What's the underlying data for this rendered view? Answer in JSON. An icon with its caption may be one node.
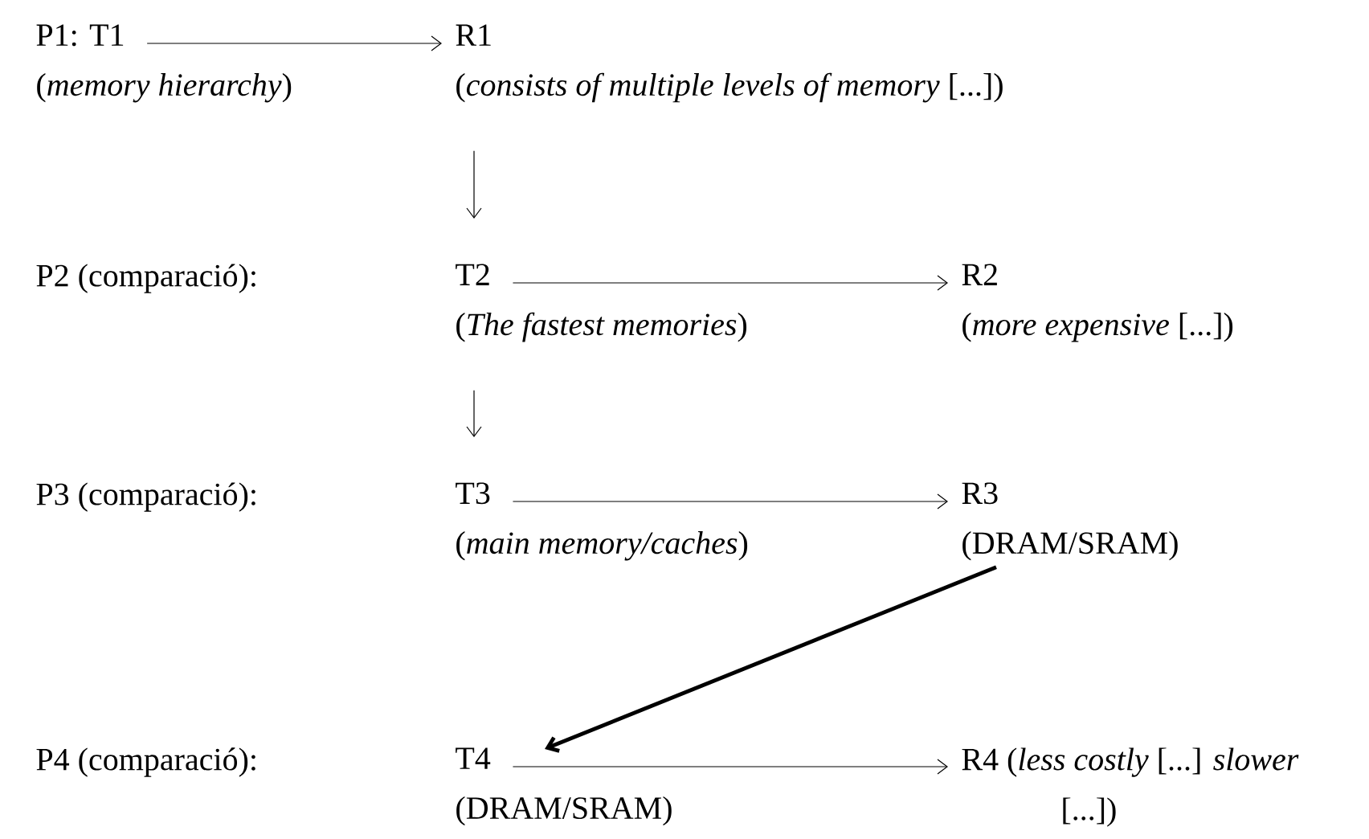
{
  "diagram": {
    "nodes": [
      {
        "text": [
          "P1: T1",
          "(*memory hierarchy*)"
        ]
      },
      {
        "text": [
          "R1",
          "(*consists of multiple levels of memory* [...])"
        ]
      },
      {
        "text": [
          "T2",
          "(*The fastest memories*)"
        ]
      },
      {
        "text": [
          "R2",
          "(*more expensive* [...])"
        ]
      },
      {
        "text": [
          "T3",
          "(*main memory/caches*)"
        ]
      },
      {
        "text": [
          "R3",
          "(DRAM/SRAM)"
        ]
      },
      {
        "text": [
          "T4",
          "(DRAM/SRAM)"
        ]
      },
      {
        "text": [
          "R4 (*less costly* [...] *slower* [...])"
        ]
      }
    ],
    "edges": [
      {
        "from": 0,
        "to": 1,
        "arrow": "to"
      },
      {
        "from": 1,
        "to": 2,
        "arrow": "to"
      },
      {
        "from": 2,
        "to": 3,
        "arrow": "to"
      },
      {
        "from": 2,
        "to": 4,
        "arrow": "to"
      },
      {
        "from": 4,
        "to": 5,
        "arrow": "to"
      },
      {
        "from": 5,
        "to": 6,
        "arrow": "to",
        "style": "thick"
      },
      {
        "from": 6,
        "to": 7,
        "arrow": "to"
      }
    ],
    "labels": [
      "P2 (comparació):",
      "P3 (comparació):",
      "P4 (comparació):"
    ]
  }
}
